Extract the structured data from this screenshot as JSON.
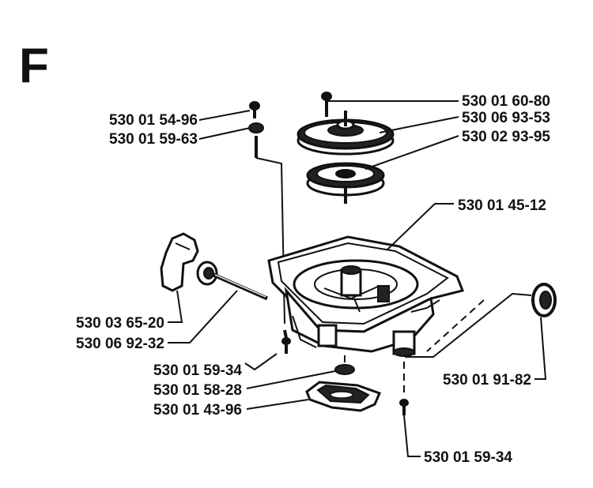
{
  "section_letter": "F",
  "parts": {
    "screw_top": "530 01 60-80",
    "pulley": "530 06 93-53",
    "spring_cassette": "530 02 93-95",
    "housing": "530 01 45-12",
    "screw_left": "530 01 54-96",
    "washer_left": "530 01 59-63",
    "handle": "530 03 65-20",
    "rope": "530 06 92-32",
    "screw_bottom_left": "530 01 59-34",
    "washer_bottom": "530 01 58-28",
    "cover_plate": "530 01 43-96",
    "grommet": "530 01 91-82",
    "screw_bottom_right": "530 01 59-34"
  },
  "colors": {
    "ink": "#111111",
    "background": "#ffffff"
  }
}
